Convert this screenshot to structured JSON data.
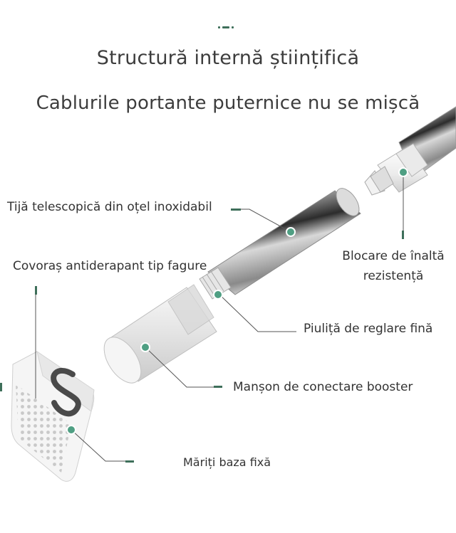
{
  "header": {
    "title": "Structură internă științifică",
    "subtitle": "Cablurile portante puternice nu se mișcă"
  },
  "callouts": {
    "telescopic_rod": "Tijă telescopică din oțel inoxidabil",
    "honeycomb_mat": "Covoraș antiderapant tip fagure",
    "height_lock": "Blocare de înaltă rezistență",
    "fine_nut": "Piuliță de reglare fină",
    "booster_sleeve": "Manșon de conectare booster",
    "fixed_base": "Măriți baza fixă"
  },
  "colors": {
    "dot": "#4f9f83",
    "leader": "#555555",
    "accent": "#3e6f5a"
  }
}
